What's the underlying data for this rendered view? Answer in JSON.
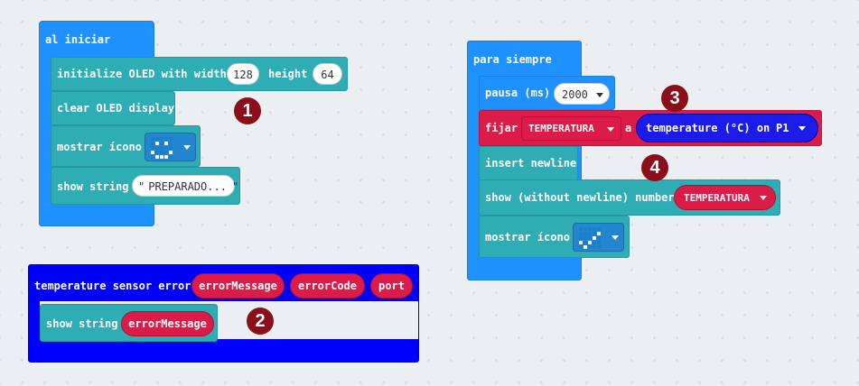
{
  "on_start": {
    "hat_label": "al iniciar",
    "init_oled": {
      "label": "initialize OLED with width",
      "width_value": "128",
      "height_label": "height",
      "height_value": "64"
    },
    "clear_label": "clear OLED display",
    "show_icon_label": "mostrar ícono",
    "show_string_label": "show string",
    "show_string_value": "PREPARADO...",
    "show_string_open_quote": "\"",
    "show_string_close_quote": "\""
  },
  "sensor_error": {
    "hat_label": "temperature sensor error",
    "param_error_message": "errorMessage",
    "param_error_code": "errorCode",
    "param_port": "port",
    "show_string_label": "show string",
    "show_string_arg": "errorMessage"
  },
  "forever": {
    "hat_label": "para siempre",
    "pause_label": "pausa (ms)",
    "pause_value": "2000",
    "set_label": "fijar",
    "set_variable": "TEMPERATURA",
    "set_to_label": "a",
    "temperature_reporter": "temperature (°C) on",
    "temperature_pin": "P1",
    "newline_label": "insert newline",
    "show_number_label": "show (without newline) number",
    "show_number_variable": "TEMPERATURA",
    "show_icon_label": "mostrar ícono"
  },
  "markers": [
    "1",
    "2",
    "3",
    "4"
  ],
  "colors": {
    "basic": "#1e90ff",
    "oled": "#2fadb5",
    "variables": "#dc1c48",
    "sensor": "#0000ff",
    "marker": "#8b0f1a"
  },
  "icons": {
    "start_icon_pattern": "happy-face",
    "forever_icon_pattern": "checkerboard"
  }
}
